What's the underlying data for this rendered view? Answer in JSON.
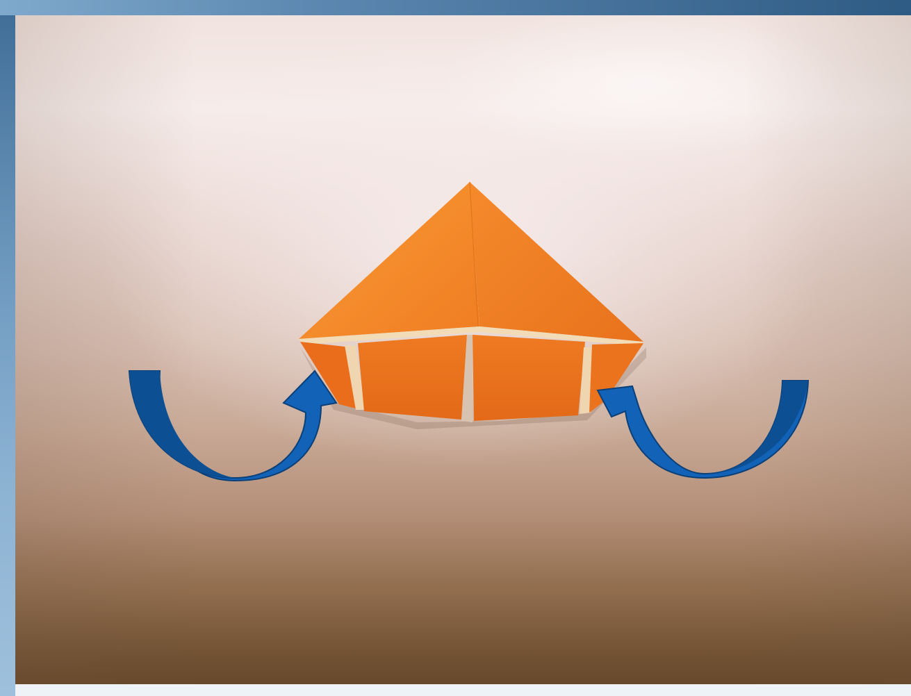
{
  "image": {
    "subject": "orange-paper-origami-fold-step",
    "arrows": [
      "curved-arrow-left",
      "curved-arrow-right"
    ],
    "colors": {
      "paper_orange": "#f5862a",
      "paper_dark_orange": "#ea6e1a",
      "arrow_blue": "#1263b8",
      "arrow_dark_blue": "#0d4f93",
      "frame_blue": "#5f88ad"
    }
  }
}
